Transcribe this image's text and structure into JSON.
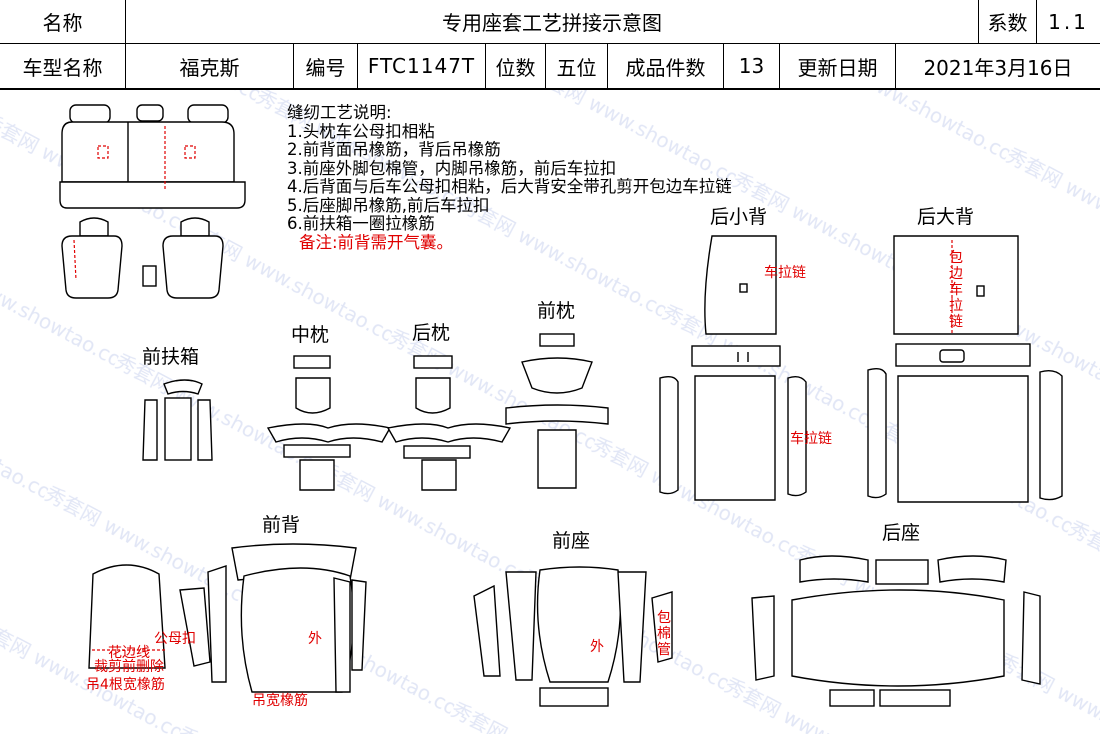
{
  "header": {
    "row1": {
      "name_label": "名称",
      "title": "专用座套工艺拼接示意图",
      "coef_label": "系数",
      "coef_value": "1.1"
    },
    "row2": {
      "model_label": "车型名称",
      "model_value": "福克斯",
      "code_label": "编号",
      "code_value": "FTC1147T",
      "seats_label": "位数",
      "seats_value": "五位",
      "pieces_label": "成品件数",
      "pieces_value": "13",
      "date_label": "更新日期",
      "date_value": "2021年3月16日"
    }
  },
  "notes": {
    "heading": "缝纫工艺说明:",
    "items": [
      "1.头枕车公母扣相粘",
      "2.前背面吊橡筋，背后吊橡筋",
      "3.前座外脚包棉管，内脚吊橡筋，前后车拉扣",
      "4.后背面与后车公母扣相粘，后大背安全带孔剪开包边车拉链",
      "5.后座脚吊橡筋,前后车拉扣",
      "6.前扶箱一圈拉橡筋"
    ],
    "remark": "备注:前背需开气囊。"
  },
  "labels": {
    "front_armrest": "前扶箱",
    "middle_headrest": "中枕",
    "rear_headrest": "后枕",
    "front_headrest": "前枕",
    "rear_small_back": "后小背",
    "rear_large_back": "后大背",
    "front_back": "前背",
    "front_seat": "前座",
    "rear_seat": "后座"
  },
  "annotations": {
    "zipper": "车拉链",
    "zipper2": "车拉链",
    "binding_zipper": "包边车拉链",
    "outer": "外",
    "outer2": "外",
    "snap": "公母扣",
    "edge": "花边线",
    "trim_note": "裁剪前删除",
    "elastic4": "吊4根宽橡筋",
    "wide_elastic": "吊宽橡筋",
    "cotton_tube": "包棉管"
  },
  "watermark": {
    "text": "秀套网 www.showtao.com"
  },
  "colors": {
    "annotation": "#e00000",
    "line": "#000000"
  }
}
